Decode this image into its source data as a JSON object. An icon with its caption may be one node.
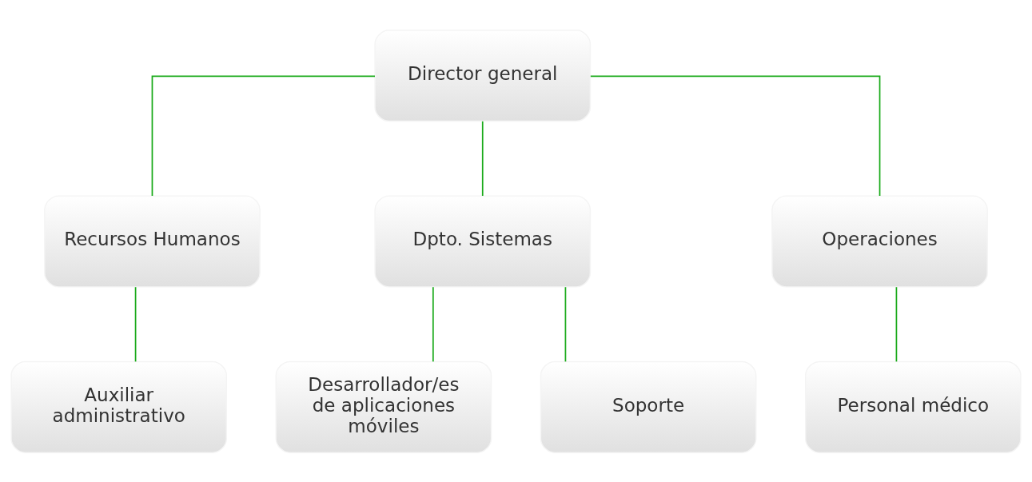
{
  "diagram": {
    "nodes": [
      {
        "text": [
          "Director general"
        ]
      },
      {
        "text": [
          "Recursos Humanos"
        ]
      },
      {
        "text": [
          "Dpto. Sistemas"
        ]
      },
      {
        "text": [
          "Operaciones"
        ]
      },
      {
        "text": [
          "Auxiliar administrativo"
        ]
      },
      {
        "text": [
          "Desarrollador/es de aplicaciones móviles"
        ]
      },
      {
        "text": [
          "Soporte"
        ]
      },
      {
        "text": [
          "Personal médico"
        ]
      }
    ],
    "edges": [
      {
        "from": 0,
        "to": 1,
        "arrow": "none"
      },
      {
        "from": 0,
        "to": 2,
        "arrow": "none"
      },
      {
        "from": 0,
        "to": 3,
        "arrow": "none"
      },
      {
        "from": 1,
        "to": 4,
        "arrow": "none"
      },
      {
        "from": 2,
        "to": 5,
        "arrow": "none"
      },
      {
        "from": 2,
        "to": 6,
        "arrow": "none"
      },
      {
        "from": 3,
        "to": 7,
        "arrow": "none"
      }
    ]
  }
}
